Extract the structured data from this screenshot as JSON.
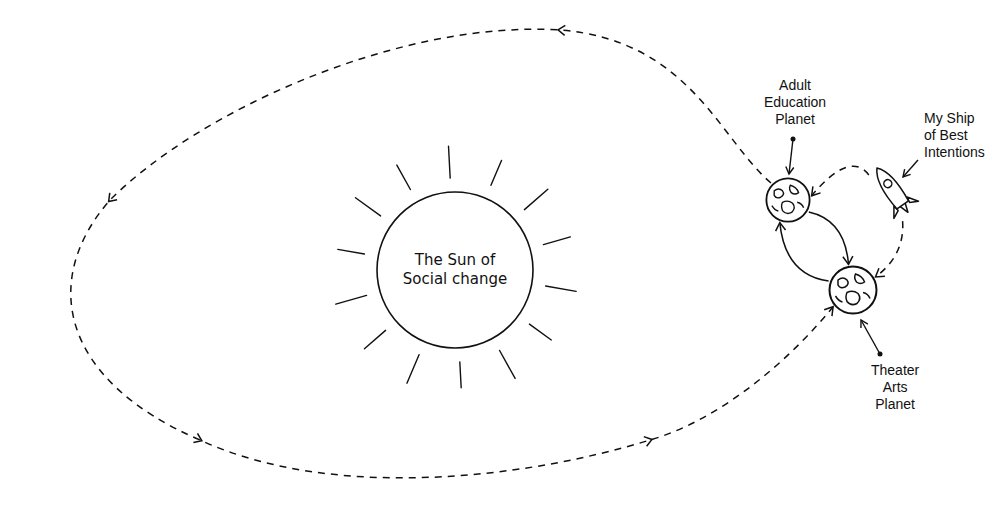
{
  "diagram": {
    "nodes": [
      {
        "text": [
          "The Sun of Social change"
        ]
      },
      {
        "text": [
          "Adult Education Planet"
        ]
      },
      {
        "text": [
          "My Ship of Best Intentions"
        ]
      },
      {
        "text": [
          "Theater Arts Planet"
        ]
      }
    ],
    "edges": [
      {
        "from": 1,
        "to": 3,
        "arrow": "to"
      },
      {
        "from": 3,
        "to": 1,
        "arrow": "to"
      },
      {
        "from": 2,
        "to": 1,
        "arrow": "to"
      },
      {
        "from": 2,
        "to": 3,
        "arrow": "to"
      },
      {
        "from": 1,
        "to": 3,
        "arrow": "to"
      }
    ]
  }
}
